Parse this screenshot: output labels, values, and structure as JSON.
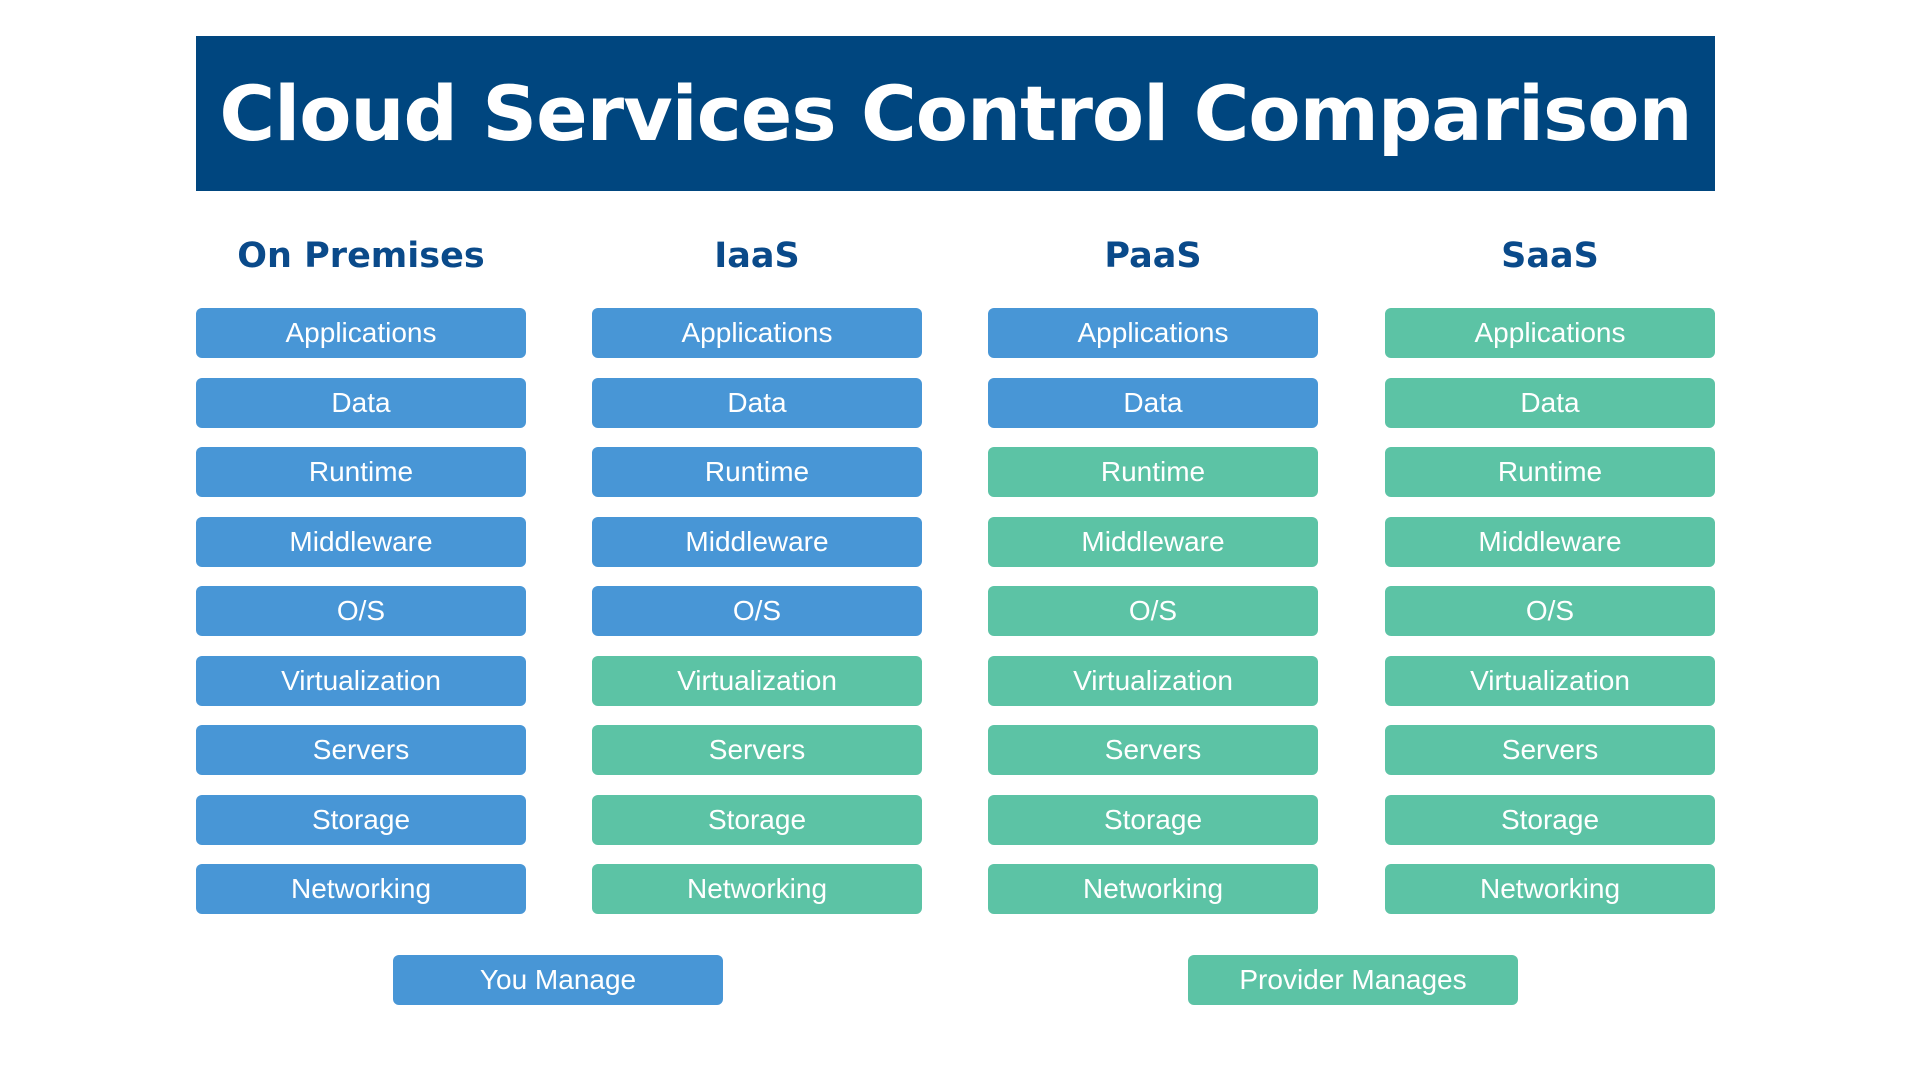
{
  "title": "Cloud Services Control Comparison",
  "colors": {
    "banner": "#00467f",
    "heading": "#0a4a8a",
    "you_manage": "#4896d6",
    "provider_manages": "#5cc3a5"
  },
  "columns": [
    {
      "heading": "On Premises",
      "layers": [
        {
          "label": "Applications",
          "managed_by": "you"
        },
        {
          "label": "Data",
          "managed_by": "you"
        },
        {
          "label": "Runtime",
          "managed_by": "you"
        },
        {
          "label": "Middleware",
          "managed_by": "you"
        },
        {
          "label": "O/S",
          "managed_by": "you"
        },
        {
          "label": "Virtualization",
          "managed_by": "you"
        },
        {
          "label": "Servers",
          "managed_by": "you"
        },
        {
          "label": "Storage",
          "managed_by": "you"
        },
        {
          "label": "Networking",
          "managed_by": "you"
        }
      ]
    },
    {
      "heading": "IaaS",
      "layers": [
        {
          "label": "Applications",
          "managed_by": "you"
        },
        {
          "label": "Data",
          "managed_by": "you"
        },
        {
          "label": "Runtime",
          "managed_by": "you"
        },
        {
          "label": "Middleware",
          "managed_by": "you"
        },
        {
          "label": "O/S",
          "managed_by": "you"
        },
        {
          "label": "Virtualization",
          "managed_by": "provider"
        },
        {
          "label": "Servers",
          "managed_by": "provider"
        },
        {
          "label": "Storage",
          "managed_by": "provider"
        },
        {
          "label": "Networking",
          "managed_by": "provider"
        }
      ]
    },
    {
      "heading": "PaaS",
      "layers": [
        {
          "label": "Applications",
          "managed_by": "you"
        },
        {
          "label": "Data",
          "managed_by": "you"
        },
        {
          "label": "Runtime",
          "managed_by": "provider"
        },
        {
          "label": "Middleware",
          "managed_by": "provider"
        },
        {
          "label": "O/S",
          "managed_by": "provider"
        },
        {
          "label": "Virtualization",
          "managed_by": "provider"
        },
        {
          "label": "Servers",
          "managed_by": "provider"
        },
        {
          "label": "Storage",
          "managed_by": "provider"
        },
        {
          "label": "Networking",
          "managed_by": "provider"
        }
      ]
    },
    {
      "heading": "SaaS",
      "layers": [
        {
          "label": "Applications",
          "managed_by": "provider"
        },
        {
          "label": "Data",
          "managed_by": "provider"
        },
        {
          "label": "Runtime",
          "managed_by": "provider"
        },
        {
          "label": "Middleware",
          "managed_by": "provider"
        },
        {
          "label": "O/S",
          "managed_by": "provider"
        },
        {
          "label": "Virtualization",
          "managed_by": "provider"
        },
        {
          "label": "Servers",
          "managed_by": "provider"
        },
        {
          "label": "Storage",
          "managed_by": "provider"
        },
        {
          "label": "Networking",
          "managed_by": "provider"
        }
      ]
    }
  ],
  "legend": {
    "you_manage": "You Manage",
    "provider_manages": "Provider Manages"
  }
}
